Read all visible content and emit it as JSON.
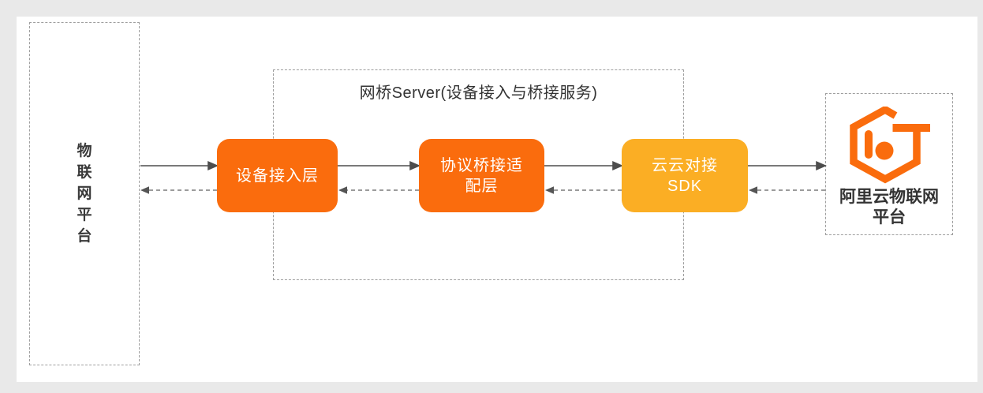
{
  "diagram": {
    "nodes": {
      "iot_platform": {
        "label": "物联网平台"
      },
      "bridge_server": {
        "title": "网桥Server(设备接入与桥接服务)"
      },
      "device_access": {
        "label": "设备接入层"
      },
      "protocol_bridge": {
        "lines": [
          "协议桥接适",
          "配层"
        ]
      },
      "cloud_sdk": {
        "lines": [
          "云云对接",
          "SDK"
        ]
      },
      "aliyun_iot": {
        "lines": [
          "阿里云物联网",
          "平台"
        ],
        "logo_icon": "aliyun-iot-hexagon-logo"
      }
    },
    "edges": [
      {
        "from": "iot_platform",
        "to": "device_access",
        "style": "solid"
      },
      {
        "from": "device_access",
        "to": "iot_platform",
        "style": "dashed"
      },
      {
        "from": "device_access",
        "to": "protocol_bridge",
        "style": "solid"
      },
      {
        "from": "protocol_bridge",
        "to": "device_access",
        "style": "dashed"
      },
      {
        "from": "protocol_bridge",
        "to": "cloud_sdk",
        "style": "solid"
      },
      {
        "from": "cloud_sdk",
        "to": "protocol_bridge",
        "style": "dashed"
      },
      {
        "from": "cloud_sdk",
        "to": "aliyun_iot",
        "style": "solid"
      },
      {
        "from": "aliyun_iot",
        "to": "cloud_sdk",
        "style": "dashed"
      }
    ],
    "colors": {
      "orange_box": "#FA6C0D",
      "amber_box": "#FBAE24",
      "logo_orange": "#FA6C0D",
      "text_dark": "#333333",
      "border_gray": "#9E9E9E",
      "arrow_solid": "#4D4D4D",
      "arrow_dashed": "#7B7B7B",
      "canvas": "#FFFFFF",
      "page_background": "#E9E9E9"
    }
  }
}
